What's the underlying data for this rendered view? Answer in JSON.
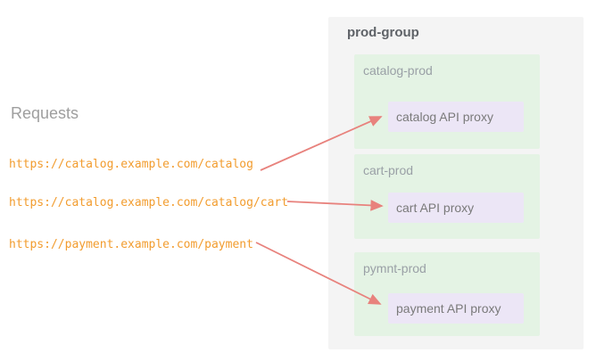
{
  "requests": {
    "title": "Requests",
    "urls": [
      "https://catalog.example.com/catalog",
      "https://catalog.example.com/catalog/cart",
      "https://payment.example.com/payment"
    ]
  },
  "group": {
    "title": "prod-group",
    "environments": [
      {
        "name": "catalog-prod",
        "proxy": "catalog API proxy"
      },
      {
        "name": "cart-prod",
        "proxy": "cart API proxy"
      },
      {
        "name": "pymnt-prod",
        "proxy": "payment API proxy"
      }
    ]
  },
  "colors": {
    "group_bg": "#f4f4f4",
    "env_bg": "#e4f3e4",
    "proxy_bg": "#ece6f6",
    "arrow": "#e8827d",
    "url_text": "#f29c2e",
    "heading_text": "#9e9e9e",
    "env_label_text": "#9aa0a6",
    "proxy_text": "#7a7a7a",
    "group_title_text": "#5f6368"
  }
}
